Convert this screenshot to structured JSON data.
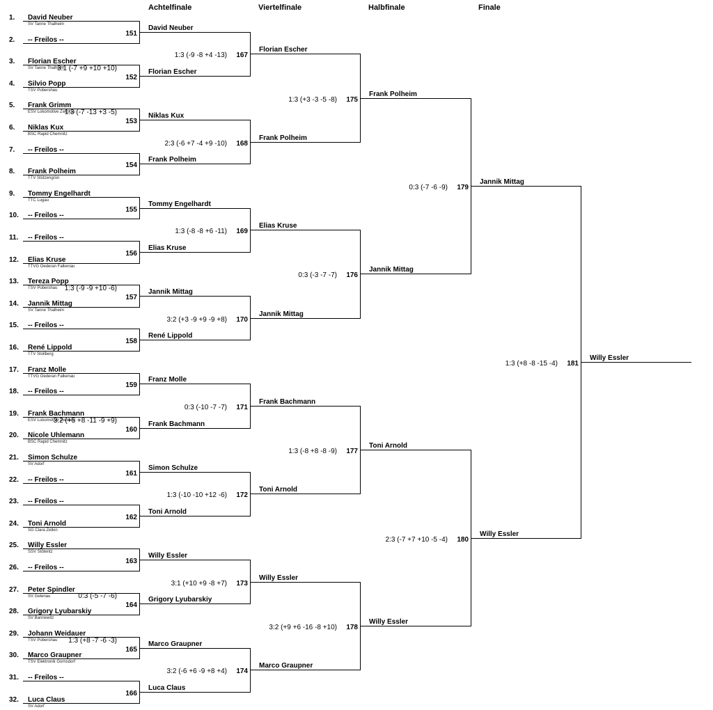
{
  "rounds": [
    "Achtelfinale",
    "Viertelfinale",
    "Halbfinale",
    "Finale"
  ],
  "seeds": [
    "1.",
    "2.",
    "3.",
    "4.",
    "5.",
    "6.",
    "7.",
    "8.",
    "9.",
    "10.",
    "11.",
    "12.",
    "13.",
    "14.",
    "15.",
    "16.",
    "17.",
    "18.",
    "19.",
    "20.",
    "21.",
    "22.",
    "23.",
    "24.",
    "25.",
    "26.",
    "27.",
    "28.",
    "29.",
    "30.",
    "31.",
    "32."
  ],
  "players": [
    {
      "name": "David Neuber",
      "club": "SV Tanne Thalheim"
    },
    {
      "name": "-- Freilos --",
      "club": ""
    },
    {
      "name": "Florian Escher",
      "club": "SV Tanne Thalheim"
    },
    {
      "name": "Silvio Popp",
      "club": "TSV Pobershau"
    },
    {
      "name": "Frank Grimm",
      "club": "ESV Lokomotive Zwickau"
    },
    {
      "name": "Niklas Kux",
      "club": "BSC Rapid Chemnitz"
    },
    {
      "name": "-- Freilos --",
      "club": ""
    },
    {
      "name": "Frank Polheim",
      "club": "TTV Stützengrün"
    },
    {
      "name": "Tommy Engelhardt",
      "club": "TTC Lugau"
    },
    {
      "name": "-- Freilos --",
      "club": ""
    },
    {
      "name": "-- Freilos --",
      "club": ""
    },
    {
      "name": "Elias Kruse",
      "club": "TTVG Oederan Falkenau"
    },
    {
      "name": "Tereza Popp",
      "club": "TSV Pobershau"
    },
    {
      "name": "Jannik Mittag",
      "club": "SV Tanne Thalheim"
    },
    {
      "name": "-- Freilos --",
      "club": ""
    },
    {
      "name": "René Lippold",
      "club": "TTV Stollberg"
    },
    {
      "name": "Franz Molle",
      "club": "TTVG Oederan Falkenau"
    },
    {
      "name": "-- Freilos --",
      "club": ""
    },
    {
      "name": "Frank Bachmann",
      "club": "ESV Lokomotive Zwickau"
    },
    {
      "name": "Nicole Uhlemann",
      "club": "BSC Rapid Chemnitz"
    },
    {
      "name": "Simon Schulze",
      "club": "SV Adorf"
    },
    {
      "name": "-- Freilos --",
      "club": ""
    },
    {
      "name": "-- Freilos --",
      "club": ""
    },
    {
      "name": "Toni Arnold",
      "club": "SG Clara Zetkin"
    },
    {
      "name": "Willy Essler",
      "club": "SSV Stötentz"
    },
    {
      "name": "-- Freilos --",
      "club": ""
    },
    {
      "name": "Peter Spindler",
      "club": "SV Gelenau"
    },
    {
      "name": "Grigory Lyubarskiy",
      "club": "SV Bannewitz"
    },
    {
      "name": "Johann Weidauer",
      "club": "TSV Pobershau"
    },
    {
      "name": "Marco Graupner",
      "club": "TSV Elektronik Gornsdorf"
    },
    {
      "name": "-- Freilos --",
      "club": ""
    },
    {
      "name": "Luca Claus",
      "club": "SV Adorf"
    }
  ],
  "r1": [
    {
      "match": "151",
      "score": "",
      "winner": "David Neuber"
    },
    {
      "match": "152",
      "score": "3:1 (-7 +9 +10 +10)",
      "winner": "Florian Escher"
    },
    {
      "match": "153",
      "score": "1:3 (-7 -13 +3 -5)",
      "winner": "Niklas Kux"
    },
    {
      "match": "154",
      "score": "",
      "winner": "Frank Polheim"
    },
    {
      "match": "155",
      "score": "",
      "winner": "Tommy Engelhardt"
    },
    {
      "match": "156",
      "score": "",
      "winner": "Elias Kruse"
    },
    {
      "match": "157",
      "score": "1:3 (-9 -9 +10 -6)",
      "winner": "Jannik Mittag"
    },
    {
      "match": "158",
      "score": "",
      "winner": "René Lippold"
    },
    {
      "match": "159",
      "score": "",
      "winner": "Franz Molle"
    },
    {
      "match": "160",
      "score": "3:2 (+5 +8 -11 -9 +9)",
      "winner": "Frank Bachmann"
    },
    {
      "match": "161",
      "score": "",
      "winner": "Simon Schulze"
    },
    {
      "match": "162",
      "score": "",
      "winner": "Toni Arnold"
    },
    {
      "match": "163",
      "score": "",
      "winner": "Willy Essler"
    },
    {
      "match": "164",
      "score": "0:3 (-5 -7 -6)",
      "winner": "Grigory Lyubarskiy"
    },
    {
      "match": "165",
      "score": "1:3 (+8 -7 -6 -3)",
      "winner": "Marco Graupner"
    },
    {
      "match": "166",
      "score": "",
      "winner": "Luca Claus"
    }
  ],
  "r2": [
    {
      "match": "167",
      "score": "1:3 (-9 -8 +4 -13)",
      "winner": "Florian Escher"
    },
    {
      "match": "168",
      "score": "2:3 (-6 +7 -4 +9 -10)",
      "winner": "Frank Polheim"
    },
    {
      "match": "169",
      "score": "1:3 (-8 -8 +6 -11)",
      "winner": "Elias Kruse"
    },
    {
      "match": "170",
      "score": "3:2 (+3 -9 +9 -9 +8)",
      "winner": "Jannik Mittag"
    },
    {
      "match": "171",
      "score": "0:3 (-10 -7 -7)",
      "winner": "Frank Bachmann"
    },
    {
      "match": "172",
      "score": "1:3 (-10 -10 +12 -6)",
      "winner": "Toni Arnold"
    },
    {
      "match": "173",
      "score": "3:1 (+10 +9 -8 +7)",
      "winner": "Willy Essler"
    },
    {
      "match": "174",
      "score": "3:2 (-6 +6 -9 +8 +4)",
      "winner": "Marco Graupner"
    }
  ],
  "r3": [
    {
      "match": "175",
      "score": "1:3 (+3 -3 -5 -8)",
      "winner": "Frank Polheim"
    },
    {
      "match": "176",
      "score": "0:3 (-3 -7 -7)",
      "winner": "Jannik Mittag"
    },
    {
      "match": "177",
      "score": "1:3 (-8 +8 -8 -9)",
      "winner": "Toni Arnold"
    },
    {
      "match": "178",
      "score": "3:2 (+9 +6 -16 -8 +10)",
      "winner": "Willy Essler"
    }
  ],
  "r4": [
    {
      "match": "179",
      "score": "0:3 (-7 -6 -9)",
      "winner": "Jannik Mittag"
    },
    {
      "match": "180",
      "score": "2:3 (-7 +7 +10 -5 -4)",
      "winner": "Willy Essler"
    }
  ],
  "r5": [
    {
      "match": "181",
      "score": "1:3 (+8 -8 -15 -4)",
      "winner": "Willy Essler"
    }
  ]
}
